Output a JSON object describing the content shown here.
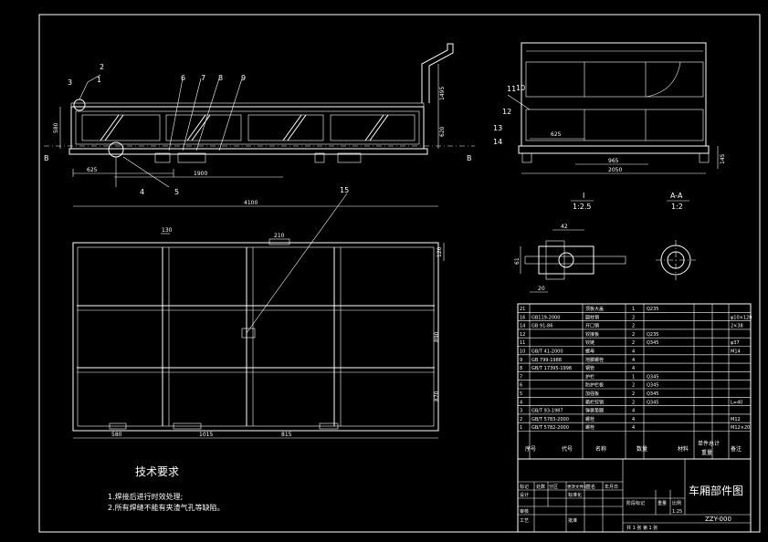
{
  "colors": {
    "background": "#000000",
    "lines": "#ffffff"
  },
  "section_marks": {
    "b_left": "B",
    "b_right": "B"
  },
  "side_view": {
    "callouts": [
      "3",
      "2",
      "1",
      "6",
      "7",
      "8",
      "9",
      "4",
      "5"
    ],
    "dims": {
      "d625": "625",
      "d1900": "1900",
      "d1495": "1495",
      "d620": "620",
      "d580": "580"
    }
  },
  "top_view": {
    "callout": "15",
    "dims": {
      "overall": "4100",
      "d130": "130",
      "d210": "210",
      "d120": "120",
      "d890": "890",
      "d870": "870",
      "b1": "580",
      "b2": "1015",
      "b3": "815"
    }
  },
  "end_view": {
    "callouts": [
      "11",
      "10",
      "12",
      "13",
      "14"
    ],
    "dims": {
      "d625": "625",
      "d965": "965",
      "d2050": "2050",
      "d145": "145"
    }
  },
  "views": {
    "i_name": "I",
    "i_scale": "1:2.5",
    "aa_name": "A-A",
    "aa_scale": "1:2",
    "detail_dims": {
      "d42": "42",
      "d61": "61",
      "d20": "20"
    }
  },
  "tech_requirements": {
    "title": "技术要求",
    "items": [
      "1.焊接后进行时效处理;",
      "2.所有焊缝不能有夹渣气孔等缺陷。"
    ]
  },
  "parts_list": {
    "rows": [
      {
        "no": "21",
        "code": "",
        "name": "顶板大盖",
        "qty": "1",
        "material": "Q235",
        "note": ""
      },
      {
        "no": "16",
        "code": "GB119-2000",
        "name": "圆柱销",
        "qty": "2",
        "material": "",
        "note": "φ10×120"
      },
      {
        "no": "14",
        "code": "GB 91-86",
        "name": "开口销",
        "qty": "2",
        "material": "",
        "note": "2×38"
      },
      {
        "no": "12",
        "code": "",
        "name": "铰接板",
        "qty": "2",
        "material": "Q235",
        "note": ""
      },
      {
        "no": "11",
        "code": "",
        "name": "铰链",
        "qty": "2",
        "material": "Q345",
        "note": "φ37"
      },
      {
        "no": "10",
        "code": "GB/T 41-2000",
        "name": "螺母",
        "qty": "4",
        "material": "",
        "note": "M14"
      },
      {
        "no": "9",
        "code": "GB 799-1988",
        "name": "地脚螺栓",
        "qty": "4",
        "material": "",
        "note": ""
      },
      {
        "no": "8",
        "code": "GB/T 17395-1998",
        "name": "钢管",
        "qty": "4",
        "material": "",
        "note": ""
      },
      {
        "no": "7",
        "code": "",
        "name": "护栏",
        "qty": "1",
        "material": "Q345",
        "note": ""
      },
      {
        "no": "6",
        "code": "",
        "name": "防护栏板",
        "qty": "2",
        "material": "Q345",
        "note": ""
      },
      {
        "no": "5",
        "code": "",
        "name": "加强板",
        "qty": "2",
        "material": "Q345",
        "note": ""
      },
      {
        "no": "4",
        "code": "",
        "name": "箱栏铰销",
        "qty": "2",
        "material": "Q345",
        "note": "L=40"
      },
      {
        "no": "3",
        "code": "GB/T 93-1987",
        "name": "弹簧垫圈",
        "qty": "4",
        "material": "",
        "note": ""
      },
      {
        "no": "2",
        "code": "GB/T 5783-2000",
        "name": "螺栓",
        "qty": "4",
        "material": "",
        "note": "M12"
      },
      {
        "no": "1",
        "code": "GB/T 5782-2000",
        "name": "螺栓",
        "qty": "4",
        "material": "",
        "note": "M12×20"
      }
    ],
    "header": {
      "no": "序号",
      "code": "代号",
      "name": "名称",
      "qty": "数量",
      "material": "材料",
      "unit_weight": "单件总计",
      "weight": "重量",
      "note": "备注"
    }
  },
  "title_block": {
    "title": "车厢部件图",
    "drawing_no": "ZZY-000",
    "cells": {
      "mark": "标记",
      "count": "处数",
      "zone": "分区",
      "change_doc": "更改文件号",
      "sign": "签名",
      "date": "年月日",
      "design": "设计",
      "standard": "标准化",
      "stage": "阶段标记",
      "weight": "重量",
      "scale": "比例",
      "scale_value": "1:25",
      "review": "审核",
      "process": "工艺",
      "approve": "批准",
      "sheets": "共 1 张  第 1 张"
    }
  }
}
